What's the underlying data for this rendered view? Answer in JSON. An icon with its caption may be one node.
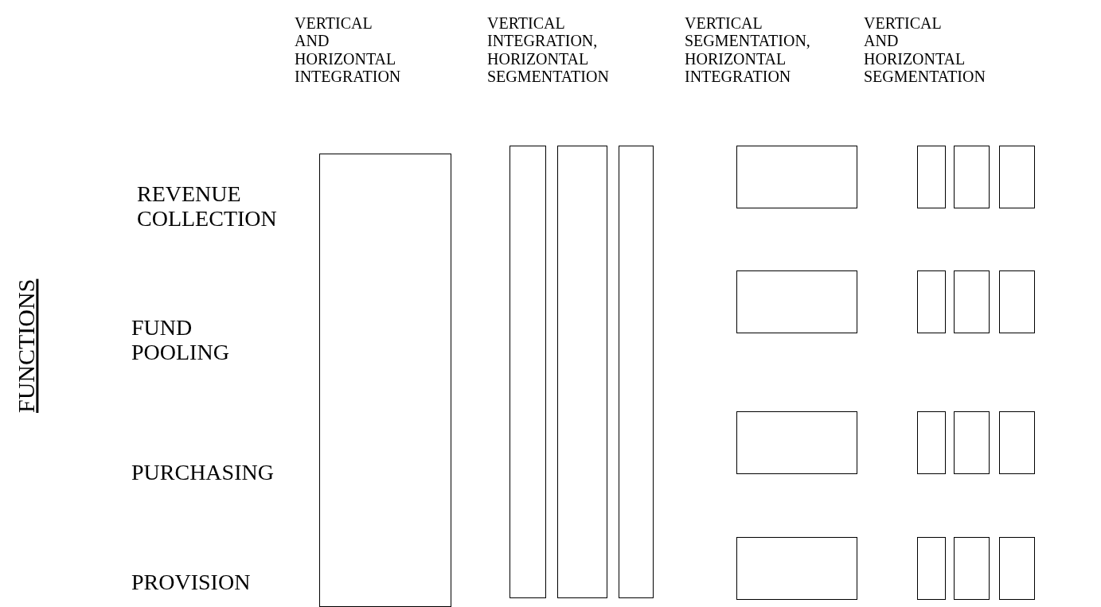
{
  "diagram": {
    "nodes": [
      {
        "text": [],
        "shape": "box"
      },
      {
        "text": [],
        "shape": "box"
      },
      {
        "text": [],
        "shape": "box"
      },
      {
        "text": [],
        "shape": "box"
      },
      {
        "text": [],
        "shape": "box"
      },
      {
        "text": [],
        "shape": "box"
      },
      {
        "text": [],
        "shape": "box"
      },
      {
        "text": [],
        "shape": "box"
      },
      {
        "text": [],
        "shape": "box"
      },
      {
        "text": [],
        "shape": "box"
      },
      {
        "text": [],
        "shape": "box"
      },
      {
        "text": [],
        "shape": "box"
      },
      {
        "text": [],
        "shape": "box"
      },
      {
        "text": [],
        "shape": "box"
      },
      {
        "text": [],
        "shape": "box"
      },
      {
        "text": [],
        "shape": "box"
      },
      {
        "text": [],
        "shape": "box"
      },
      {
        "text": [],
        "shape": "box"
      },
      {
        "text": [],
        "shape": "box"
      },
      {
        "text": [],
        "shape": "box"
      }
    ],
    "labels": [
      "VERTICAL AND HORIZONTAL INTEGRATION",
      "VERTICAL INTEGRATION, HORIZONTAL SEGMENTATION",
      "VERTICAL SEGMENTATION, HORIZONTAL INTEGRATION",
      "VERTICAL AND HORIZONTAL SEGMENTATION",
      "FUNCTIONS",
      "REVENUE COLLECTION",
      "FUND POOLING",
      "PURCHASING",
      "PROVISION"
    ]
  }
}
